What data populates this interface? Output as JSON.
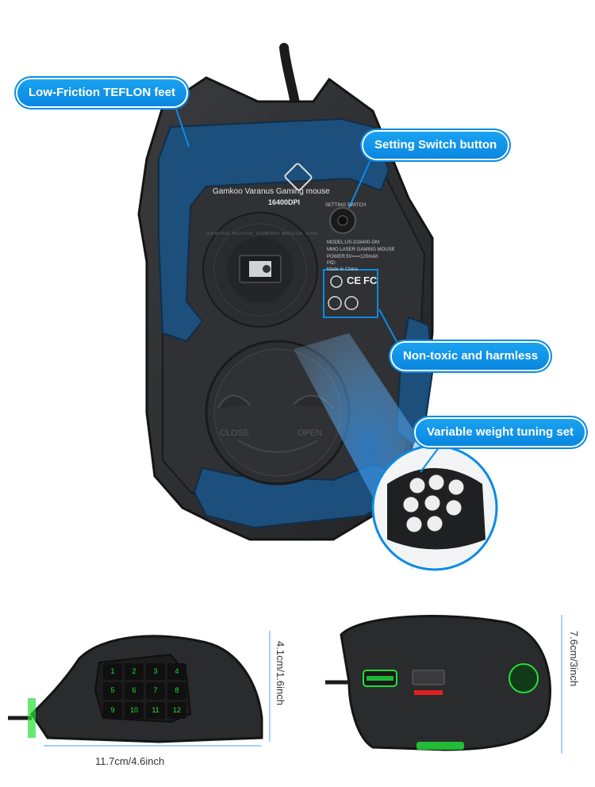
{
  "product": {
    "name": "Gamkoo Varanus Gaming mouse",
    "dpi": "16400DPI",
    "switch_label": "SETTING SWITCH",
    "model": "MODEL:US-D16400-GM",
    "desc": "MMO LASER GAMING MOUSE",
    "power": "POWER:5V===120mAh",
    "pid": "PID:",
    "origin": "Made in China",
    "ring_text": "GAMING MOUSE GAMING MOUSE GAMING MOUSE",
    "close_label": "CLOSE",
    "open_label": "OPEN",
    "ce_mark": "CE",
    "fc_mark": "FC"
  },
  "callouts": {
    "teflon": "Low-Friction TEFLON feet",
    "switch": "Setting Switch button",
    "nontoxic": "Non-toxic and harmless",
    "weight": "Variable weight tuning set"
  },
  "dimensions": {
    "length": "11.7cm/4.6inch",
    "height": "4.1cm/1.6inch",
    "width": "7.6cm/3inch"
  },
  "side_buttons": [
    "1",
    "2",
    "3",
    "4",
    "5",
    "6",
    "7",
    "8",
    "9",
    "10",
    "11",
    "12"
  ],
  "colors": {
    "accent": "#0b8be4",
    "feet_blue": "#1d4f7c",
    "led_green": "#22e03a",
    "body": "#2a2b2d"
  }
}
